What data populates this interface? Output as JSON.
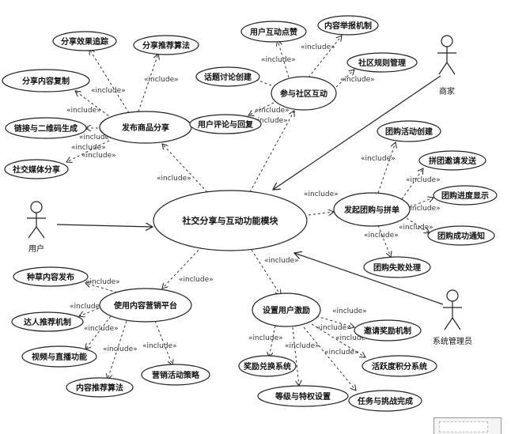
{
  "include_label": "«include»",
  "actors": {
    "user": "用户",
    "merchant": "商家",
    "admin": "系统管理员"
  },
  "use_cases": {
    "main": "社交分享与互动功能模块",
    "share": "发布商品分享",
    "share_track": "分享效果追踪",
    "share_algo": "分享推荐算法",
    "share_copy": "分享内容复制",
    "share_link": "链接与二维码生成",
    "share_social": "社交媒体分享",
    "community": "参与社区互动",
    "like": "用户互动点赞",
    "report": "内容举报机制",
    "rules": "社区规则管理",
    "topic": "话题讨论创建",
    "comment": "用户评论与回复",
    "group": "发起团购与拼单",
    "group_create": "团购活动创建",
    "group_invite": "拼团邀请发送",
    "group_progress": "团购进度显示",
    "group_success": "团购成功通知",
    "group_fail": "团购失败处理",
    "marketing": "使用内容营销平台",
    "seed": "种草内容发布",
    "kol": "达人推荐机制",
    "video": "视频与直播功能",
    "content_algo": "内容推荐算法",
    "campaign": "营销活动策略",
    "incentive": "设置用户激励",
    "invite_reward": "邀请奖励机制",
    "points": "活跃度积分系统",
    "redeem": "奖励兑换系统",
    "level": "等级与特权设置",
    "task": "任务与挑战完成"
  }
}
